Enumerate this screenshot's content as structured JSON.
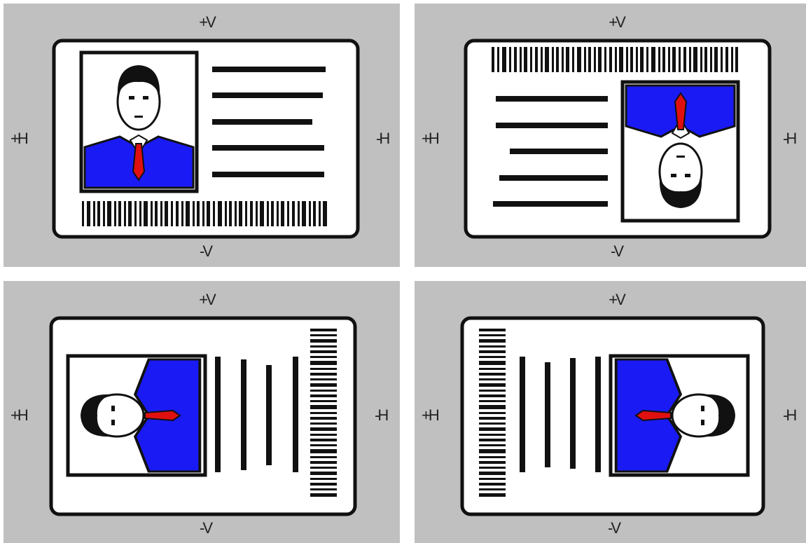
{
  "labels": {
    "plus_v": "+V",
    "minus_v": "-V",
    "plus_h": "+H",
    "minus_h": "-H"
  },
  "colors": {
    "panel_background": "#c0c0c0",
    "card_fill": "#ffffff",
    "outline": "#111111",
    "suit_blue": "#1a1af5",
    "tie_red": "#e01010"
  },
  "panels": [
    {
      "name": "orientation-1",
      "card_orientation": "landscape",
      "photo_side": "left",
      "barcode_side": "bottom",
      "portrait_rotation_deg": 0
    },
    {
      "name": "orientation-2",
      "card_orientation": "landscape",
      "photo_side": "right",
      "barcode_side": "top",
      "portrait_rotation_deg": 180
    },
    {
      "name": "orientation-3",
      "card_orientation": "landscape",
      "photo_side": "left",
      "barcode_side": "right",
      "portrait_rotation_deg": -90
    },
    {
      "name": "orientation-4",
      "card_orientation": "landscape",
      "photo_side": "right",
      "barcode_side": "left",
      "portrait_rotation_deg": 90
    }
  ]
}
